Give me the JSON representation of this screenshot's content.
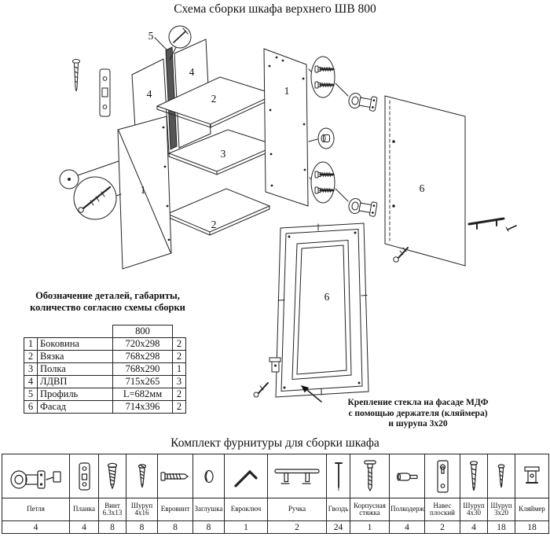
{
  "title": "Схема сборки шкафа верхнего ШВ 800",
  "diagram": {
    "part_labels": {
      "side_left": "1",
      "side_right": "1",
      "top_panel": "2",
      "bottom_panel": "2",
      "shelf": "3",
      "back_left": "4",
      "back_right": "4",
      "profile": "5",
      "facade": "6",
      "frame": "6"
    }
  },
  "parts_note": "Обозначение деталей, габариты,\nколичество согласно схемы сборки",
  "parts_table": {
    "size_header": "800",
    "rows": [
      {
        "num": "1",
        "name": "Боковина",
        "size": "720х298",
        "qty": "2"
      },
      {
        "num": "2",
        "name": "Вязка",
        "size": "768х298",
        "qty": "2"
      },
      {
        "num": "3",
        "name": "Полка",
        "size": "768х290",
        "qty": "1"
      },
      {
        "num": "4",
        "name": "ЛДВП",
        "size": "715х265",
        "qty": "3"
      },
      {
        "num": "5",
        "name": "Профиль",
        "size": "L=682мм",
        "qty": "2"
      },
      {
        "num": "6",
        "name": "Фасад",
        "size": "714х396",
        "qty": "2"
      }
    ]
  },
  "glass_note": "Крепление стекла на фасаде МДФ\nс помощью держателя (кляймера)\nи шурупа 3х20",
  "hardware": {
    "title": "Комплект фурнитуры для сборки шкафа",
    "items": [
      {
        "label": "Петля",
        "qty": "4",
        "icon": "hinge-icon"
      },
      {
        "label": "Планка",
        "qty": "4",
        "icon": "mounting-plate-icon"
      },
      {
        "label": "Винт\n6.3х13",
        "qty": "8",
        "icon": "hinge-screw-icon"
      },
      {
        "label": "Шуруп\n4х16",
        "qty": "8",
        "icon": "wood-screw-icon"
      },
      {
        "label": "Евровинт",
        "qty": "8",
        "icon": "confirmat-screw-icon"
      },
      {
        "label": "Заглушка",
        "qty": "8",
        "icon": "cap-icon"
      },
      {
        "label": "Евроключ",
        "qty": "1",
        "icon": "hex-key-icon"
      },
      {
        "label": "Ручка",
        "qty": "2",
        "icon": "handle-icon"
      },
      {
        "label": "Гвоздь",
        "qty": "24",
        "icon": "nail-icon"
      },
      {
        "label": "Корпусная\nстяжка",
        "qty": "1",
        "icon": "connecting-bolt-icon"
      },
      {
        "label": "Полкодерж.",
        "qty": "4",
        "icon": "shelf-pin-icon"
      },
      {
        "label": "Навес\nплоский",
        "qty": "2",
        "icon": "flat-hanger-icon"
      },
      {
        "label": "Шуруп\n4х30",
        "qty": "4",
        "icon": "screw-4x30-icon"
      },
      {
        "label": "Шуруп\n3х20",
        "qty": "18",
        "icon": "screw-3x20-icon"
      },
      {
        "label": "Кляймер",
        "qty": "18",
        "icon": "glass-clip-icon"
      }
    ]
  },
  "icons": {
    "hinge-icon": "cup hinge",
    "mounting-plate-icon": "hinge mounting plate",
    "hinge-screw-icon": "coarse thread screw",
    "wood-screw-icon": "wood screw",
    "confirmat-screw-icon": "euro confirmat screw",
    "cap-icon": "plastic cap",
    "hex-key-icon": "L-shaped hex key",
    "handle-icon": "bar handle",
    "nail-icon": "nail",
    "connecting-bolt-icon": "cabinet connecting bolt",
    "shelf-pin-icon": "shelf support pin",
    "flat-hanger-icon": "flat hanging plate",
    "screw-4x30-icon": "wood screw 4x30",
    "screw-3x20-icon": "wood screw 3x20",
    "glass-clip-icon": "glass clip",
    "pointer-arrow": "arrow pointing to glass clip"
  }
}
